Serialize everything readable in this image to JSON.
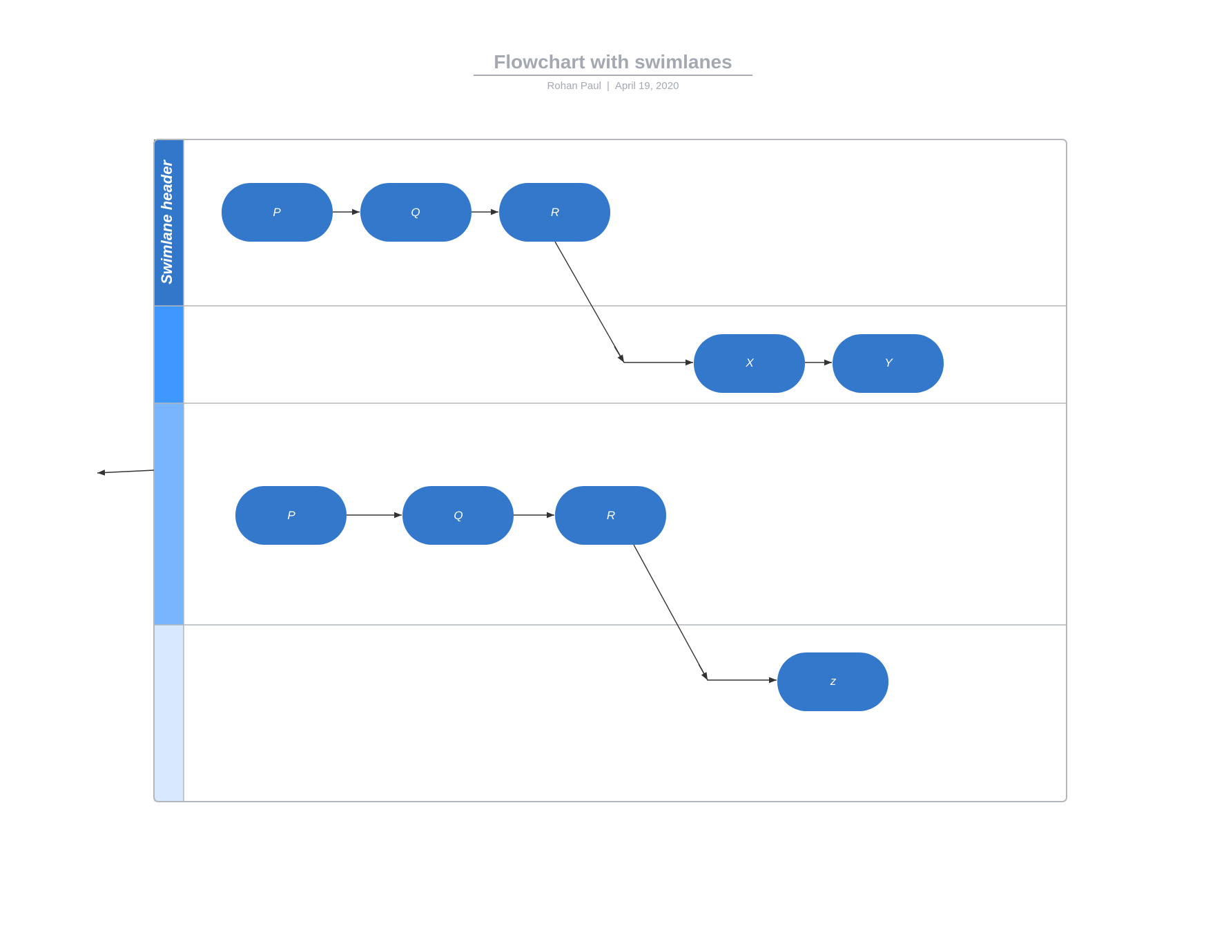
{
  "title": "Flowchart with swimlanes",
  "author": "Rohan Paul",
  "date": "April 19, 2020",
  "colors": {
    "node_fill": "#3378cb",
    "lane_1": "#3277ca",
    "lane_2": "#3f98ff",
    "lane_3": "#79b4ff",
    "lane_4": "#d8e8ff",
    "border": "#b3b7bc",
    "edge": "#333333"
  },
  "lanes": [
    {
      "id": "lane-1",
      "header": "Swimlane header"
    },
    {
      "id": "lane-2",
      "header": ""
    },
    {
      "id": "lane-3",
      "header": ""
    },
    {
      "id": "lane-4",
      "header": ""
    }
  ],
  "nodes": [
    {
      "id": "n-p1",
      "label": "P",
      "lane": "lane-1"
    },
    {
      "id": "n-q1",
      "label": "Q",
      "lane": "lane-1"
    },
    {
      "id": "n-r1",
      "label": "R",
      "lane": "lane-1"
    },
    {
      "id": "n-x",
      "label": "X",
      "lane": "lane-2"
    },
    {
      "id": "n-y",
      "label": "Y",
      "lane": "lane-2"
    },
    {
      "id": "n-p2",
      "label": "P",
      "lane": "lane-3"
    },
    {
      "id": "n-q2",
      "label": "Q",
      "lane": "lane-3"
    },
    {
      "id": "n-r2",
      "label": "R",
      "lane": "lane-3"
    },
    {
      "id": "n-z",
      "label": "z",
      "lane": "lane-4"
    }
  ],
  "edges": [
    {
      "from": "n-p1",
      "to": "n-q1"
    },
    {
      "from": "n-q1",
      "to": "n-r1"
    },
    {
      "from": "n-r1",
      "to": "n-x"
    },
    {
      "from": "n-x",
      "to": "n-y"
    },
    {
      "from": "n-p2",
      "to": "n-q2"
    },
    {
      "from": "n-q2",
      "to": "n-r2"
    },
    {
      "from": "n-r2",
      "to": "n-z"
    },
    {
      "from": "lane-3",
      "to": ""
    }
  ]
}
